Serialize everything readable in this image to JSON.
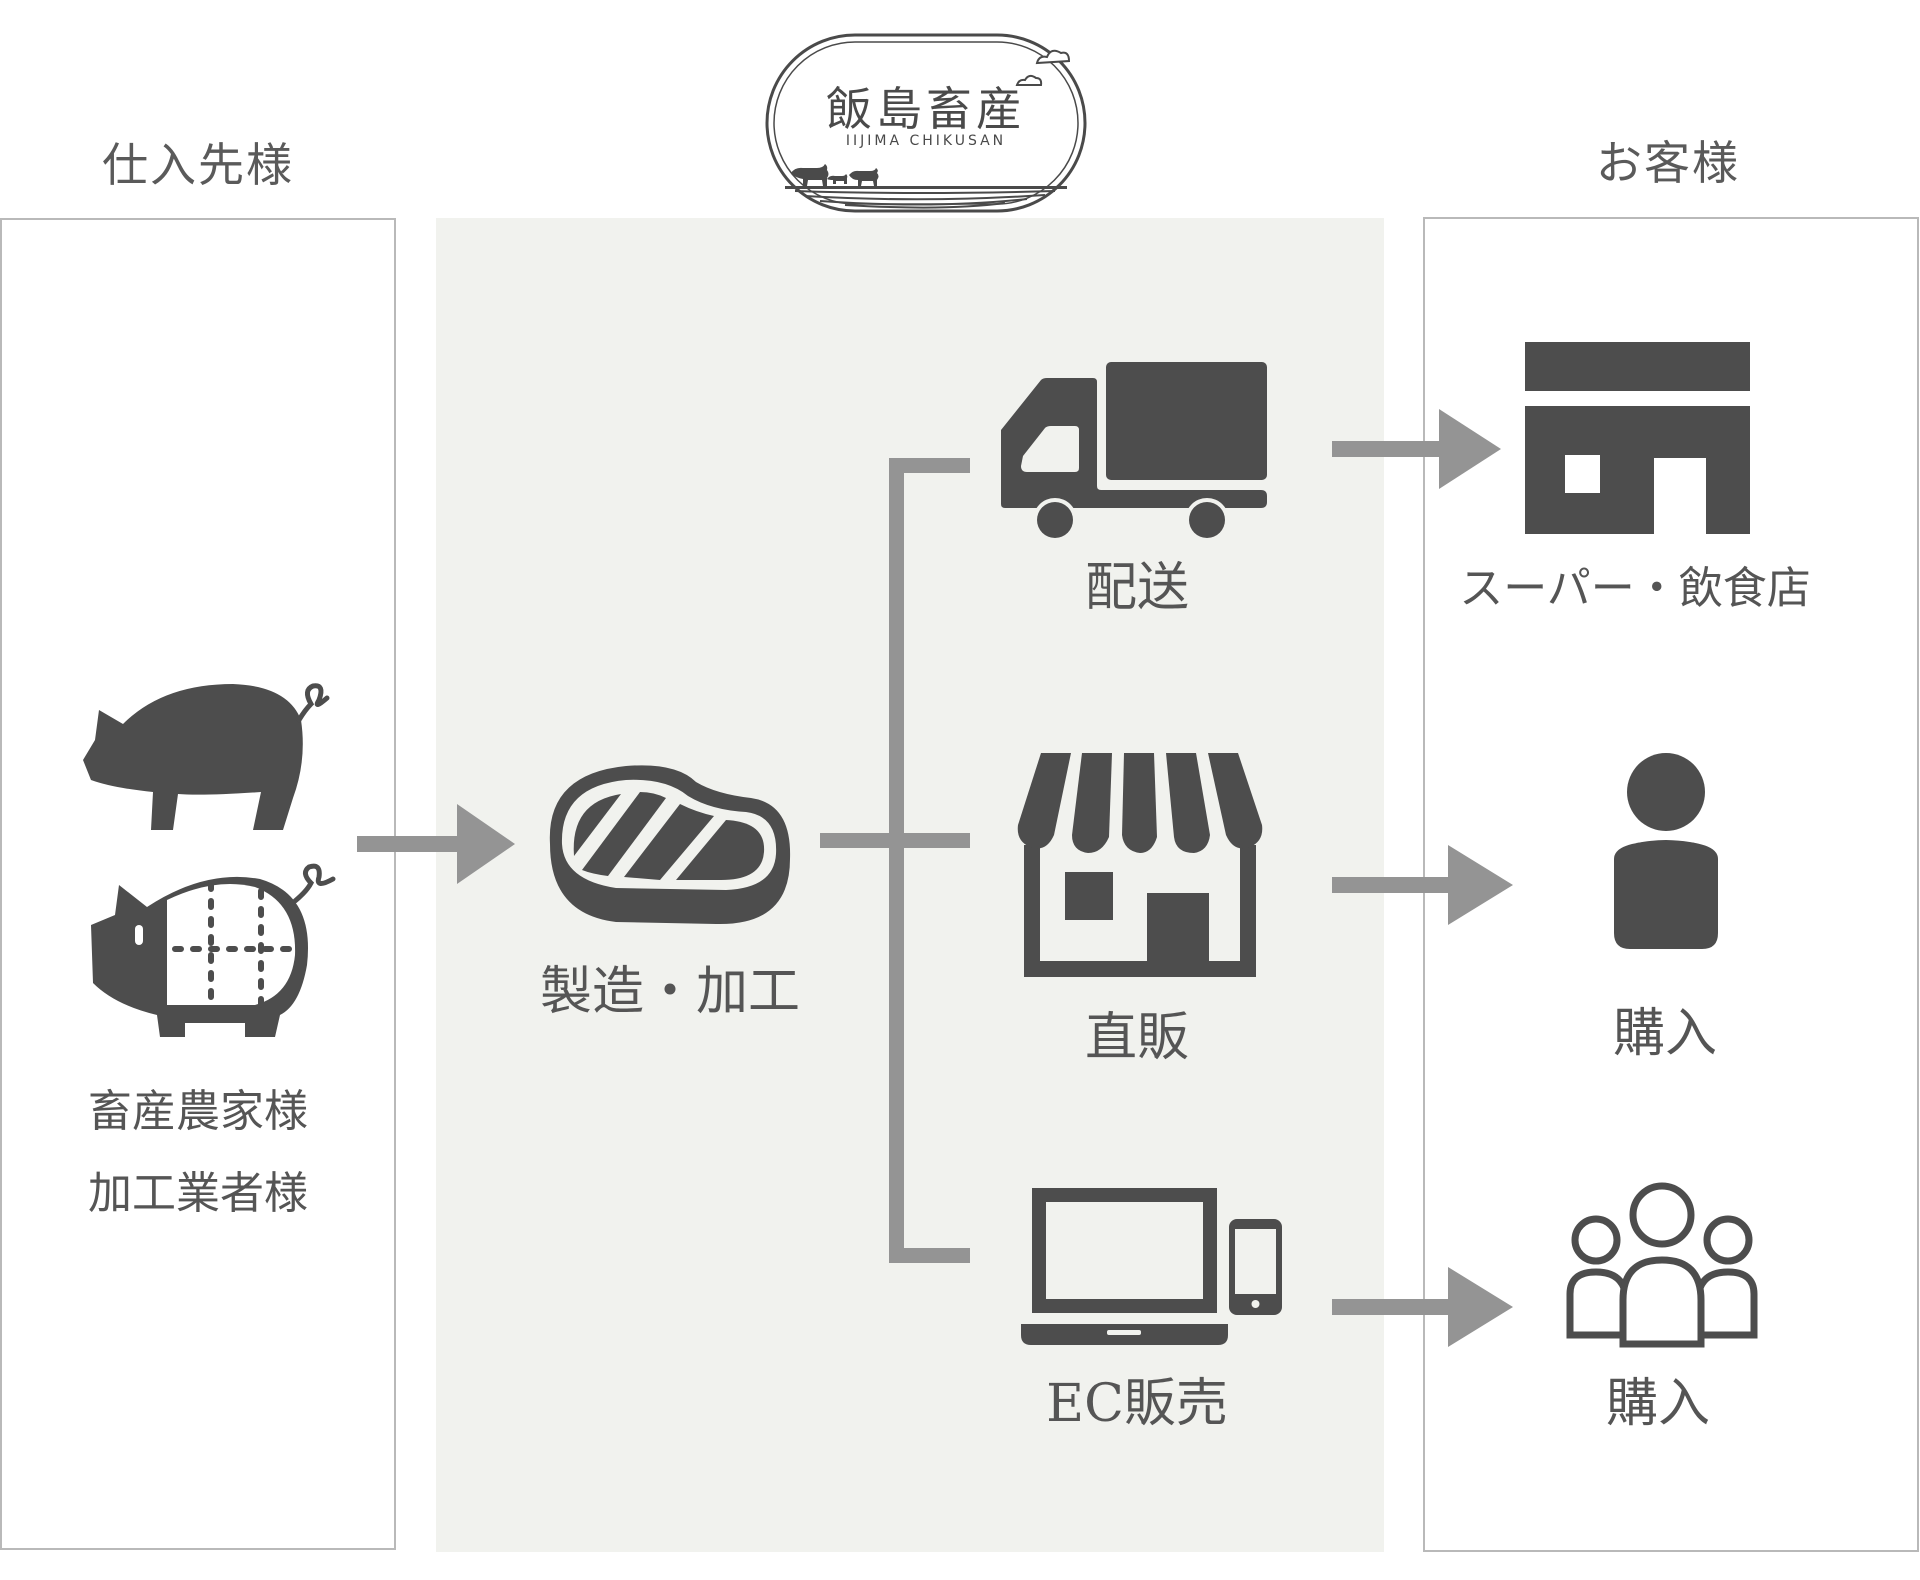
{
  "logo": {
    "name_jp": "飯島畜産",
    "name_en": "IIJIMA CHIKUSAN"
  },
  "columns": {
    "suppliers": {
      "title": "仕入先様",
      "labels": [
        "畜産農家様",
        "加工業者様"
      ],
      "icons": [
        "pig-icon",
        "pig-cuts-icon"
      ]
    },
    "company": {
      "process": {
        "label": "製造・加工",
        "icon": "meat-icon"
      },
      "channels": [
        {
          "label": "配送",
          "icon": "truck-icon"
        },
        {
          "label": "直販",
          "icon": "storefront-icon"
        },
        {
          "label": "EC販売",
          "icon": "laptop-phone-icon"
        }
      ]
    },
    "customers": {
      "title": "お客様",
      "items": [
        {
          "label": "スーパー・飲食店",
          "icon": "building-icon"
        },
        {
          "label": "購入",
          "icon": "person-icon"
        },
        {
          "label": "購入",
          "icon": "group-icon"
        }
      ]
    }
  },
  "colors": {
    "icon": "#4d4d4d",
    "arrow": "#949494",
    "middle_bg": "#f1f2ee",
    "border": "#b9b9b9",
    "text": "#555555"
  }
}
